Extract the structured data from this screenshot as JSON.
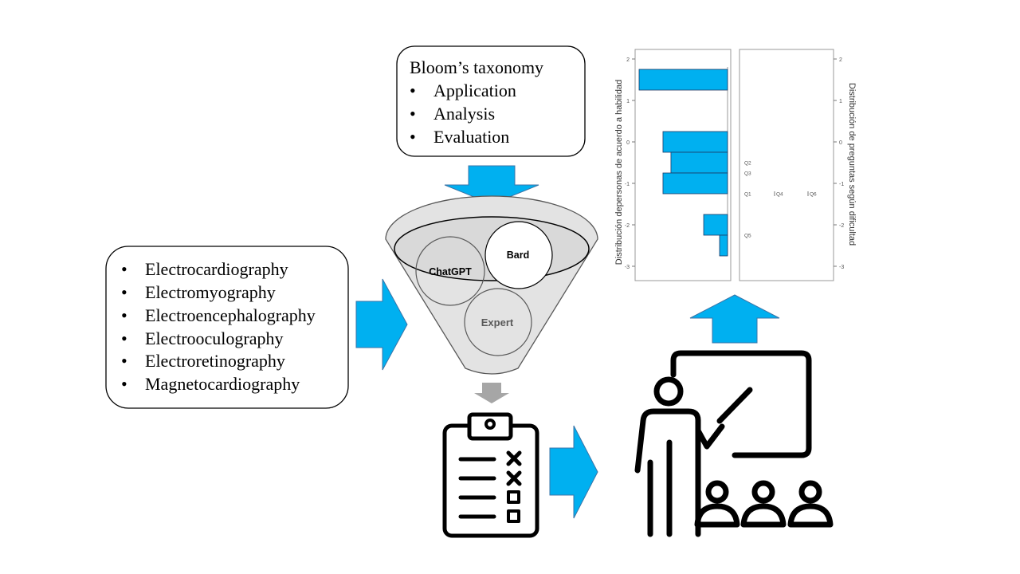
{
  "bloom": {
    "title": "Bloom’s taxonomy",
    "items": [
      "Application",
      "Analysis",
      "Evaluation"
    ]
  },
  "signals": {
    "items": [
      "Electrocardiography",
      "Electromyography",
      "Electroencephalography",
      "Electrooculography",
      "Electroretinography",
      "Magnetocardiography"
    ]
  },
  "funnel": {
    "chatgpt": "ChatGPT",
    "bard": "Bard",
    "expert": "Expert"
  },
  "bullet": "•",
  "colors": {
    "accent": "#00B0F0",
    "bar_stroke": "#1F3864",
    "gray_arrow": "#A6A6A6",
    "funnel_fill": "#E3E3E3"
  },
  "icons": {
    "checklist": "clipboard-checklist-icon",
    "teacher": "teacher-presentation-icon"
  },
  "chart_data": {
    "type": "bar",
    "orientation": "horizontal",
    "ylabel_left": "Distribución depersonas de acuerdo a habilidad",
    "ylabel_right": "Distribución de preguntas según dificultad",
    "ylim": [
      -3.3,
      2.2
    ],
    "yticks": [
      "2",
      "1",
      "0",
      "-1",
      "-2",
      "-3"
    ],
    "yticks_right": [
      "2",
      "1",
      "0",
      "-1",
      "-2",
      "-3"
    ],
    "left_panel": {
      "bins": [
        {
          "from": 1.25,
          "to": 1.75,
          "value": 1.0
        },
        {
          "from": -0.25,
          "to": 0.25,
          "value": 0.73
        },
        {
          "from": -0.75,
          "to": -0.25,
          "value": 0.64
        },
        {
          "from": -1.25,
          "to": -0.75,
          "value": 0.73
        },
        {
          "from": -2.25,
          "to": -1.75,
          "value": 0.27
        },
        {
          "from": -2.75,
          "to": -2.25,
          "value": 0.09
        }
      ]
    },
    "right_panel": {
      "questions": [
        {
          "label": "Q2",
          "difficulty": -0.5,
          "col": 0
        },
        {
          "label": "Q3",
          "difficulty": -0.75,
          "col": 0
        },
        {
          "label": "Q1",
          "difficulty": -1.25,
          "col": 0
        },
        {
          "label": "Q4",
          "difficulty": -1.25,
          "col": 1
        },
        {
          "label": "Q6",
          "difficulty": -1.25,
          "col": 2
        },
        {
          "label": "Q5",
          "difficulty": -2.25,
          "col": 0
        }
      ]
    }
  }
}
